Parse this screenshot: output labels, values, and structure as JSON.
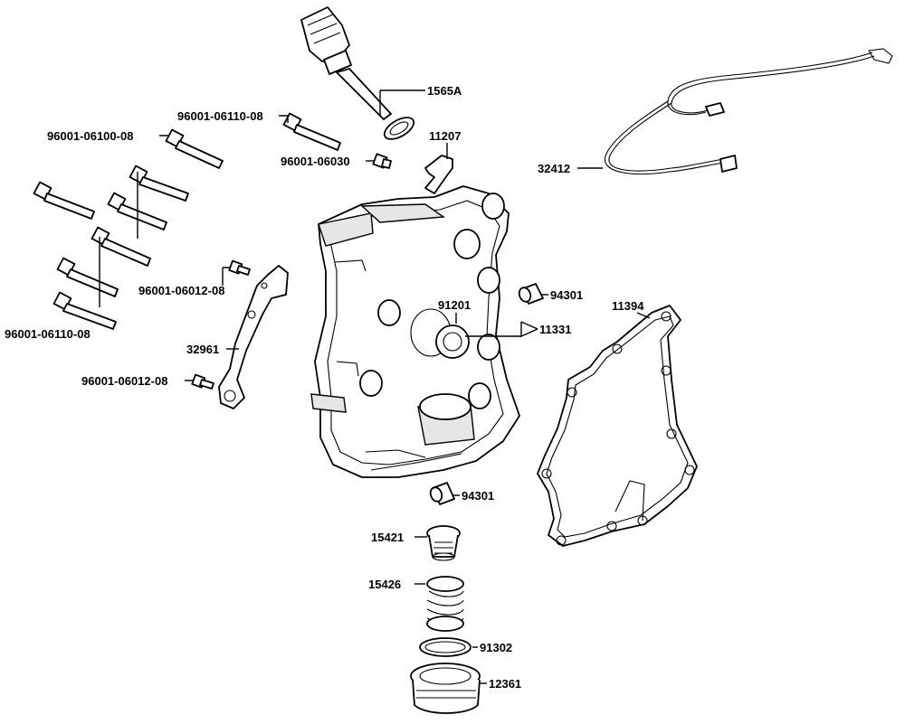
{
  "labels": {
    "oil_dipstick": "1565A",
    "bolt_top": "96001-06110-08",
    "bolt_group_top": "96001-06100-08",
    "bolt_group_bottom": "96001-06110-08",
    "bolt_small_upper": "96001-06012-08",
    "bolt_small_lower": "96001-06012-08",
    "bracket_plate": "32961",
    "bolt_clip": "96001-06030",
    "clip": "11207",
    "cable": "32412",
    "dowel_upper": "94301",
    "dowel_lower": "94301",
    "seal": "91201",
    "cover": "11331",
    "gasket": "11394",
    "strainer": "15421",
    "spring": "15426",
    "o_ring": "91302",
    "drain_cap": "12361"
  },
  "colors": {
    "line": "#000000",
    "background": "#ffffff"
  }
}
